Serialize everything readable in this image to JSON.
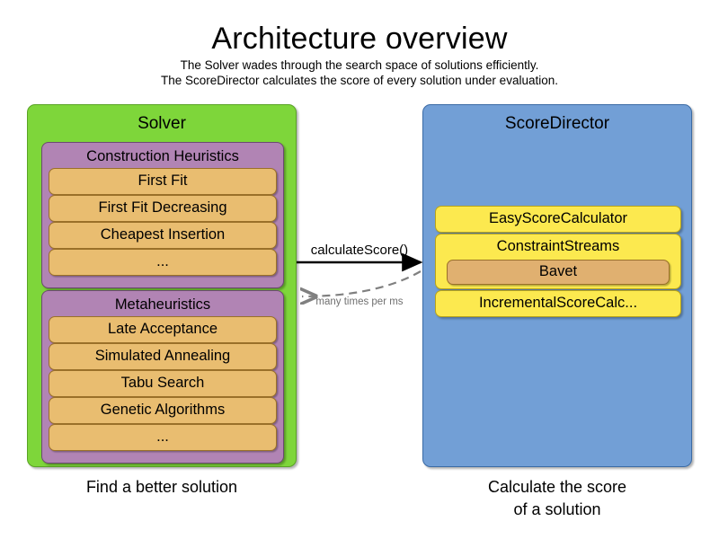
{
  "header": {
    "title": "Architecture overview",
    "subtitle_lines": [
      "The Solver wades through the search space of solutions efficiently.",
      "The ScoreDirector calculates the score of every solution under evaluation."
    ]
  },
  "colors": {
    "solver_panel": "#7ED63A",
    "scoredirector_panel": "#729FD6",
    "group_box": "#B184B4",
    "item_box": "#E9BD70",
    "calc_box": "#FCE94F",
    "bavet_box": "#E0B070",
    "arrow_solid": "#000000",
    "arrow_dashed": "#808080"
  },
  "solver": {
    "title": "Solver",
    "caption": "Find a better solution",
    "groups": [
      {
        "title": "Construction Heuristics",
        "items": [
          "First Fit",
          "First Fit Decreasing",
          "Cheapest Insertion",
          "..."
        ]
      },
      {
        "title": "Metaheuristics",
        "items": [
          "Late Acceptance",
          "Simulated Annealing",
          "Tabu Search",
          "Genetic Algorithms",
          "..."
        ]
      }
    ]
  },
  "score_director": {
    "title": "ScoreDirector",
    "caption_lines": [
      "Calculate the score",
      "of a solution"
    ],
    "calculators": [
      {
        "label": "EasyScoreCalculator"
      },
      {
        "label": "ConstraintStreams",
        "nested": "Bavet"
      },
      {
        "label": "IncrementalScoreCalc..."
      }
    ]
  },
  "arrows": [
    {
      "name": "calculate-score-arrow",
      "label": "calculateScore()",
      "direction": "right",
      "style": "solid"
    },
    {
      "name": "many-times-per-ms-arrow",
      "label": "many times per ms",
      "direction": "left",
      "style": "dashed"
    }
  ]
}
